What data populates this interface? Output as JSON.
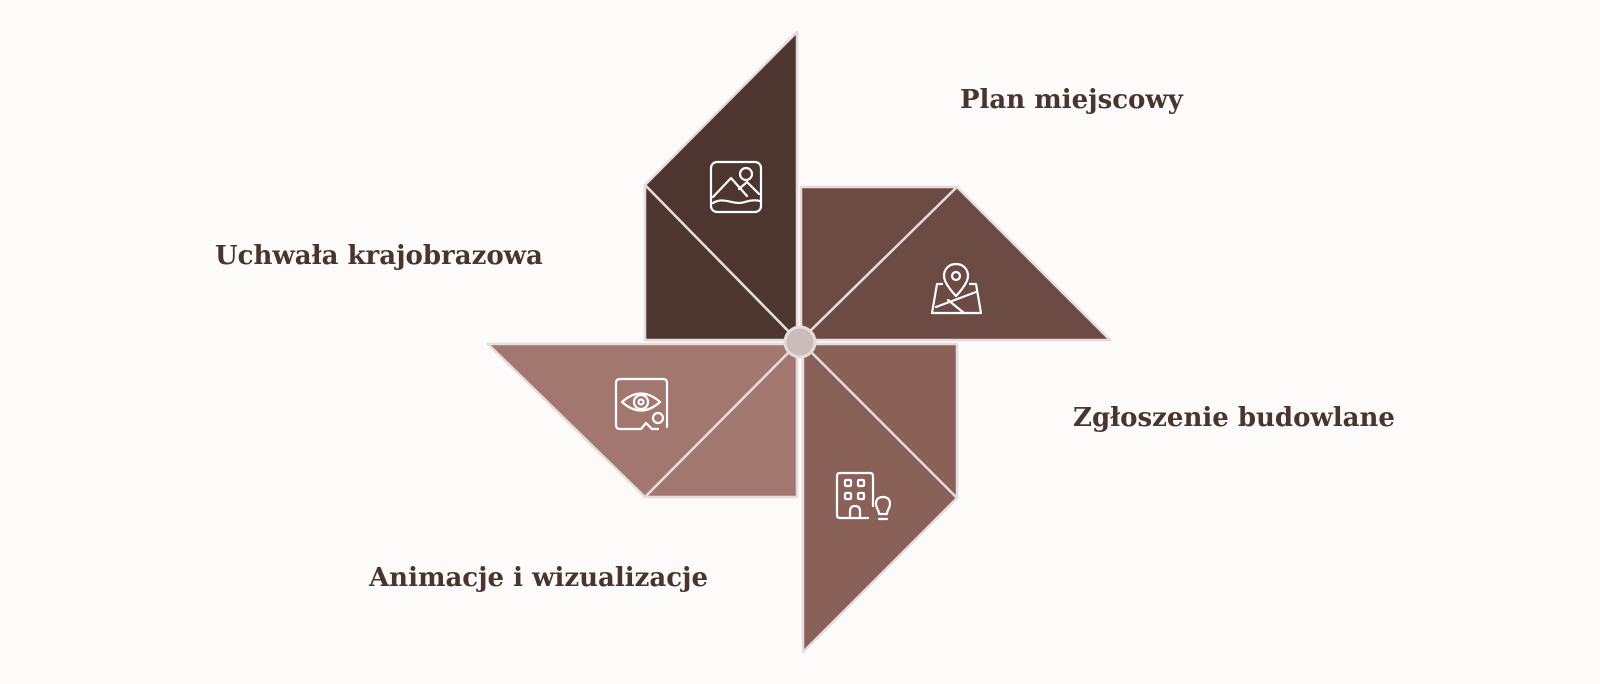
{
  "diagram": {
    "center_color": "#c9bcb9",
    "label_color": "#4a342f",
    "segments": [
      {
        "id": "uchwala",
        "label": "Uchwała krajobrazowa",
        "icon": "landscape-image-icon",
        "color": "#4d3630"
      },
      {
        "id": "plan",
        "label": "Plan miejscowy",
        "icon": "map-pin-icon",
        "color": "#6b4b44"
      },
      {
        "id": "zgloszenie",
        "label": "Zgłoszenie budowlane",
        "icon": "building-lightbulb-icon",
        "color": "#8a6159"
      },
      {
        "id": "animacje",
        "label": "Animacje i wizualizacje",
        "icon": "eye-screen-icon",
        "color": "#a2776f"
      }
    ]
  }
}
